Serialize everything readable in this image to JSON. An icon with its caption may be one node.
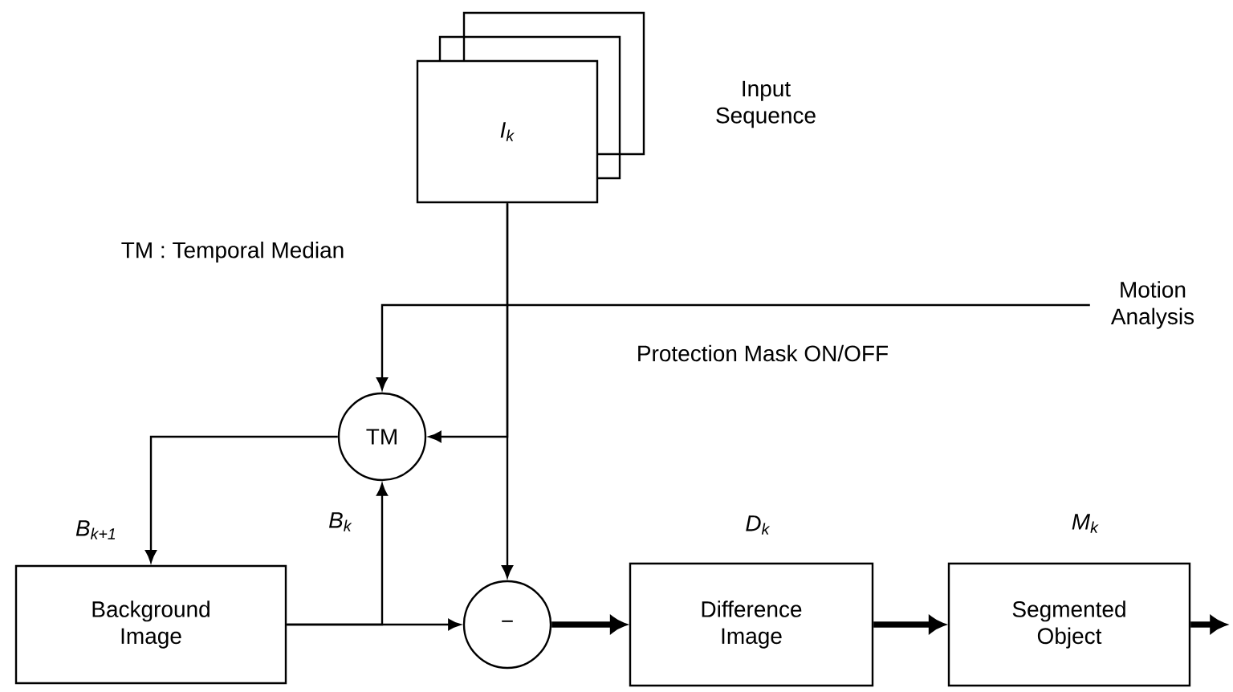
{
  "diagram": {
    "nodes": [
      {
        "text": [
          "I$_{k}$"
        ]
      },
      {
        "text": [
          "Motion Analysis"
        ]
      },
      {
        "text": [
          "TM"
        ]
      },
      {
        "text": [
          "Background Image"
        ]
      },
      {
        "text": [
          "−"
        ]
      },
      {
        "text": [
          "Difference Image"
        ],
        "beside": [
          "D$_{k}$"
        ]
      },
      {
        "text": [
          "Segmented Object"
        ],
        "beside": [
          "M$_{k}$"
        ]
      }
    ],
    "edges": [
      {
        "from": 1,
        "to": 2,
        "arrow": "to"
      },
      {
        "from": 0,
        "to": 4,
        "arrow": "to"
      },
      {
        "from": 0,
        "to": 2,
        "arrow": "to"
      },
      {
        "from": 2,
        "to": 3,
        "arrow": "to",
        "label": "B$_{k+1}$"
      },
      {
        "from": 3,
        "to": 4,
        "arrow": "to"
      },
      {
        "from": 3,
        "to": 2,
        "arrow": "to",
        "label": "B$_{k}$"
      },
      {
        "from": 4,
        "to": 5,
        "arrow": "to",
        "style": "thick"
      },
      {
        "from": 5,
        "to": 6,
        "arrow": "to",
        "style": "thick"
      },
      {
        "from": 6,
        "to": null,
        "arrow": "to",
        "style": "thick"
      }
    ],
    "labels": [
      "Input Sequence",
      "TM : Temporal Median",
      "Protection Mask ON/OFF"
    ]
  }
}
